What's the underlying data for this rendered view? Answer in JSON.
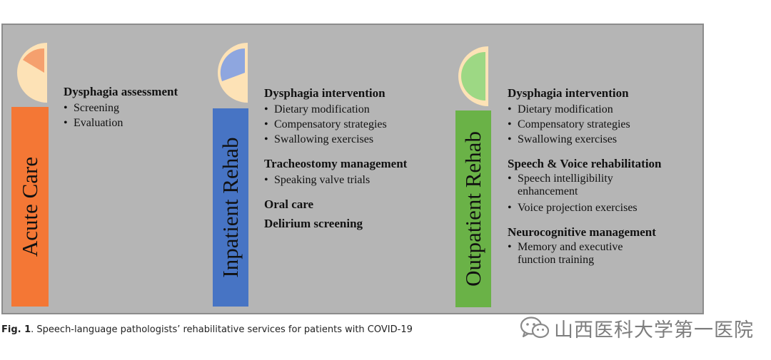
{
  "stages": [
    {
      "label": "Acute Care",
      "bar_color": "#f47735",
      "icon_fill": "#f5a06e",
      "icon_base": "#fde2b6",
      "sections": [
        {
          "heading": "Dysphagia assessment",
          "items": [
            "Screening",
            "Evaluation"
          ]
        }
      ]
    },
    {
      "label": "Inpatient Rehab",
      "bar_color": "#4774c4",
      "icon_fill": "#8ea6df",
      "icon_base": "#fde2b6",
      "sections": [
        {
          "heading": "Dysphagia intervention",
          "items": [
            "Dietary modification",
            "Compensatory strategies",
            "Swallowing exercises"
          ]
        },
        {
          "heading": "Tracheostomy management",
          "items": [
            "Speaking valve trials"
          ]
        },
        {
          "heading": "Oral care",
          "items": []
        },
        {
          "heading": "Delirium screening",
          "items": []
        }
      ]
    },
    {
      "label": "Outpatient Rehab",
      "bar_color": "#6ab247",
      "icon_fill": "#9dd884",
      "icon_base": "#fde2b6",
      "sections": [
        {
          "heading": "Dysphagia intervention",
          "items": [
            "Dietary modification",
            "Compensatory strategies",
            "Swallowing exercises"
          ]
        },
        {
          "heading": "Speech & Voice rehabilitation",
          "items": [
            "Speech intelligibility enhancement",
            "Voice projection exercises"
          ]
        },
        {
          "heading": "Neurocognitive management",
          "items": [
            "Memory and executive function training"
          ]
        }
      ]
    }
  ],
  "caption": {
    "prefix": "Fig. 1",
    "text": ". Speech-language pathologists’ rehabilitative services for patients with COVID-19"
  },
  "watermark": {
    "text": "山西医科大学第一医院",
    "icon": "wechat-icon"
  }
}
